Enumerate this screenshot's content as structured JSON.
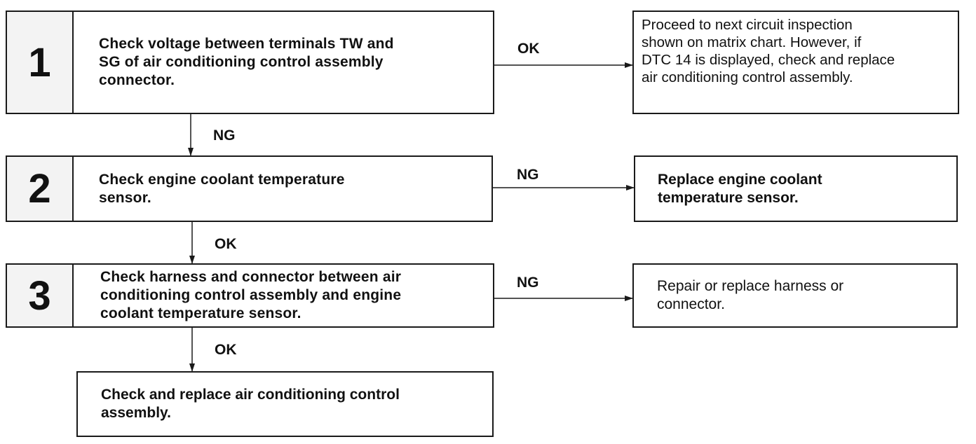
{
  "steps": [
    {
      "number": "1",
      "text": "Check voltage between terminals TW and\nSG of air conditioning control assembly\nconnector."
    },
    {
      "number": "2",
      "text": "Check engine coolant temperature\nsensor."
    },
    {
      "number": "3",
      "text": "Check harness and connector between air\nconditioning control assembly and engine\ncoolant temperature sensor."
    }
  ],
  "final_step": {
    "text": "Check and replace air conditioning control\nassembly."
  },
  "outcomes": [
    {
      "text": "Proceed to next circuit inspection\nshown on matrix chart. However, if\nDTC 14 is displayed, check and replace\nair conditioning control assembly."
    },
    {
      "text": "Replace engine coolant\ntemperature sensor."
    },
    {
      "text": "Repair or replace harness or\nconnector."
    }
  ],
  "labels": {
    "step1_right": "OK",
    "step1_down": "NG",
    "step2_right": "NG",
    "step2_down": "OK",
    "step3_right": "NG",
    "step3_down": "OK"
  }
}
